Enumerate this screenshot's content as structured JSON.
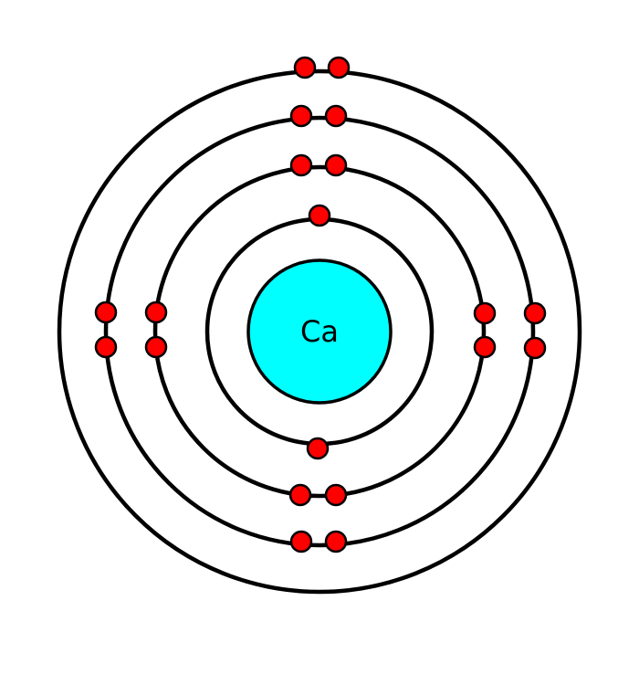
{
  "atom": {
    "symbol": "Ca",
    "nucleus_color": "#00ffff",
    "electron_color": "#ff0000",
    "line_color": "#000000",
    "shell_electron_counts": [
      2,
      8,
      8,
      2
    ]
  }
}
